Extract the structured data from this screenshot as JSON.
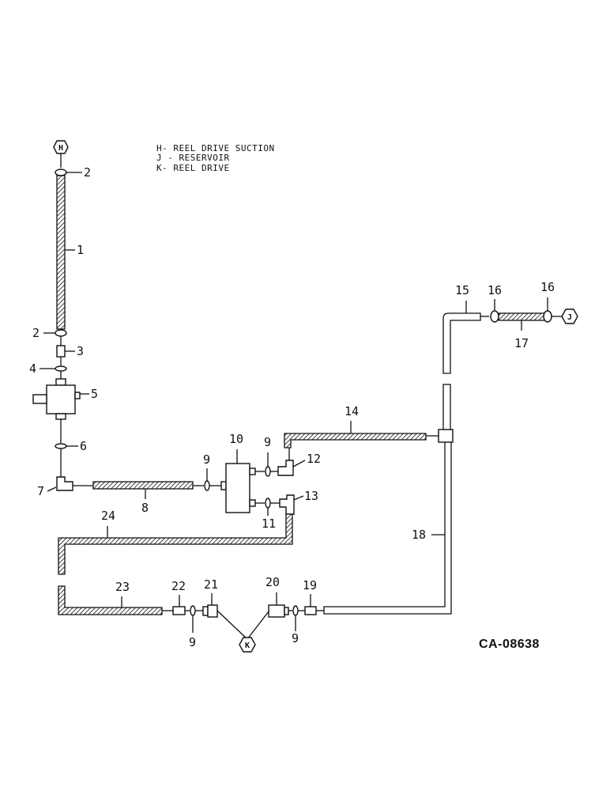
{
  "legend": [
    "H- REEL DRIVE SUCTION",
    "J - RESERVOIR",
    "K- REEL DRIVE"
  ],
  "connectors": {
    "h": "H",
    "j": "J",
    "k": "K"
  },
  "callouts": {
    "c1": "1",
    "c2a": "2",
    "c2b": "2",
    "c3": "3",
    "c4": "4",
    "c5": "5",
    "c6": "6",
    "c7": "7",
    "c8": "8",
    "c9a": "9",
    "c9b": "9",
    "c9c": "9",
    "c9d": "9",
    "c10": "10",
    "c11": "11",
    "c12": "12",
    "c13": "13",
    "c14": "14",
    "c15": "15",
    "c16a": "16",
    "c16b": "16",
    "c17": "17",
    "c18": "18",
    "c19": "19",
    "c20": "20",
    "c21": "21",
    "c22": "22",
    "c23": "23",
    "c24": "24"
  },
  "drawing_code": "CA-08638"
}
